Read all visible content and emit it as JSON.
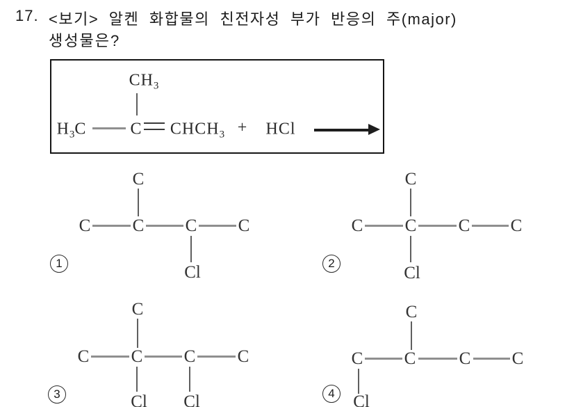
{
  "question": {
    "number": "17.",
    "line1": "<보기> 알켄 화합물의 친전자성 부가 반응의 주(major)",
    "line2": "생성물은?"
  },
  "reaction_box": {
    "branch_methyl": {
      "main": "CH",
      "sub": "3"
    },
    "reactant_left": {
      "p1": "H",
      "sub": "3",
      "p2": "C"
    },
    "sp2_carbon": "C",
    "reactant_right": {
      "main": "CHCH",
      "sub": "3"
    },
    "plus": "+",
    "reagent": "HCl"
  },
  "choices": [
    {
      "number": "1",
      "branch_carbon": "C",
      "chain": [
        "C",
        "C",
        "C",
        "C"
      ],
      "substituents": [
        {
          "label": "Cl",
          "attached_to": "C3",
          "direction": "below"
        }
      ]
    },
    {
      "number": "2",
      "branch_carbon": "C",
      "chain": [
        "C",
        "C",
        "C",
        "C"
      ],
      "substituents": [
        {
          "label": "Cl",
          "attached_to": "C2",
          "direction": "below"
        }
      ]
    },
    {
      "number": "3",
      "branch_carbon": "C",
      "chain": [
        "C",
        "C",
        "C",
        "C"
      ],
      "substituents": [
        {
          "label": "Cl",
          "attached_to": "C2",
          "direction": "below"
        },
        {
          "label": "Cl",
          "attached_to": "C3",
          "direction": "below"
        }
      ]
    },
    {
      "number": "4",
      "branch_carbon": "C",
      "chain": [
        "C",
        "C",
        "C",
        "C"
      ],
      "substituents": [
        {
          "label": "Cl",
          "attached_to": "C1",
          "direction": "below"
        }
      ]
    }
  ],
  "colors": {
    "ink": "#1b1b1b",
    "bond_gray": "#8f8f8f",
    "bond_dark": "#5f5f5f",
    "box_border": "#151515",
    "background": "#ffffff"
  }
}
